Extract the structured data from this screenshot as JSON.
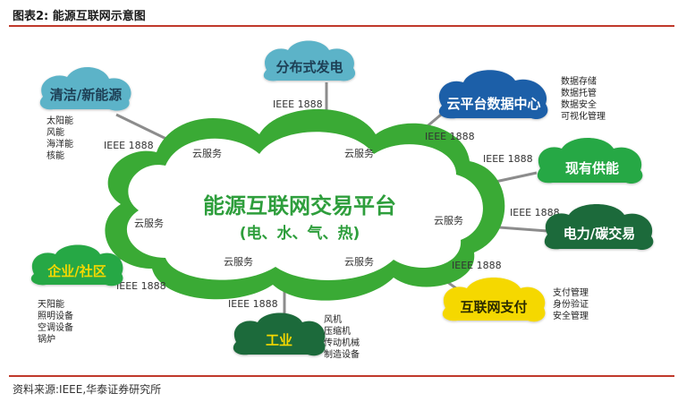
{
  "figure": {
    "title": "图表2:   能源互联网示意图",
    "source": "资料来源:IEEE,华泰证券研究所"
  },
  "center": {
    "title": "能源互联网交易平台",
    "subtitle": "(电、水、气、热)"
  },
  "protocol": "IEEE 1888",
  "inner_labels": [
    "云服务",
    "云服务",
    "云服务",
    "云服务",
    "云服务",
    "云服务"
  ],
  "nodes": {
    "clean_energy": {
      "label": "清洁/新能源",
      "items": [
        "太阳能",
        "风能",
        "海洋能",
        "核能"
      ],
      "color": "#5bb3c8"
    },
    "distributed": {
      "label": "分布式发电",
      "color": "#5bb3c8"
    },
    "cloud_dc": {
      "label": "云平台数据中心",
      "items": [
        "数据存储",
        "数据托管",
        "数据安全",
        "可视化管理"
      ],
      "color": "#1f5fa8"
    },
    "existing_supply": {
      "label": "现有供能",
      "color": "#27a845"
    },
    "power_carbon": {
      "label": "电力/碳交易",
      "color": "#1e6b3a"
    },
    "payment": {
      "label": "互联网支付",
      "items": [
        "支付管理",
        "身份验证",
        "安全管理"
      ],
      "color": "#f5d800"
    },
    "industry": {
      "label": "工业",
      "items": [
        "风机",
        "压缩机",
        "传动机械",
        "制造设备"
      ],
      "color": "#1e6b3a"
    },
    "community": {
      "label": "企业/社区",
      "items": [
        "天阳能",
        "照明设备",
        "空调设备",
        "锅炉"
      ],
      "color": "#27a845"
    }
  },
  "colors": {
    "cloud_green": "#3aaa35",
    "line_gray": "#8c8c8c",
    "accent_red": "#c0392b"
  }
}
